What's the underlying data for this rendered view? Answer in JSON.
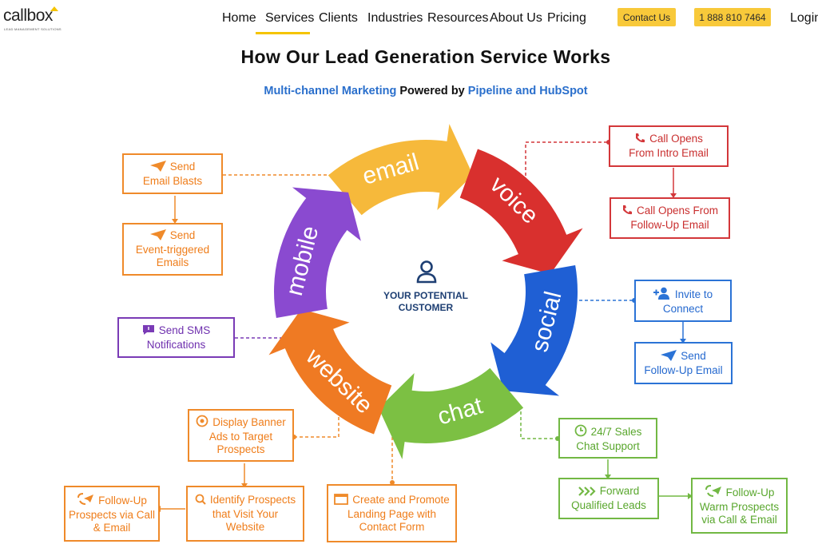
{
  "brand": {
    "name": "callbox",
    "tagline": "LEAD MANAGEMENT SOLUTIONS",
    "accent": "#f5c400"
  },
  "nav": {
    "items": [
      "Home",
      "Services",
      "Clients",
      "Industries",
      "Resources",
      "About Us",
      "Pricing"
    ],
    "active": "Services",
    "contact": "Contact Us",
    "phone": "1 888 810 7464",
    "login": "Login"
  },
  "page": {
    "title": "How Our Lead Generation Service Works",
    "subtitle_a": "Multi-channel Marketing",
    "subtitle_b": " Powered by ",
    "subtitle_c": "Pipeline and HubSpot"
  },
  "cycle": {
    "center_line1": "YOUR POTENTIAL",
    "center_line2": "CUSTOMER",
    "segments": [
      "email",
      "voice",
      "social",
      "chat",
      "website",
      "mobile"
    ],
    "colors": {
      "email": "#f6b93b",
      "voice": "#d9302e",
      "social": "#1f5fd4",
      "chat": "#7cc043",
      "website": "#ef7a23",
      "mobile": "#8a4ad0"
    }
  },
  "boxes": {
    "send_email_blasts": [
      "Send",
      "Email Blasts"
    ],
    "send_event_emails": [
      "Send",
      "Event-triggered",
      "Emails"
    ],
    "send_sms": [
      "Send SMS",
      "Notifications"
    ],
    "call_intro": [
      "Call Opens",
      "From Intro Email"
    ],
    "call_followup": [
      "Call Opens From",
      "Follow-Up Email"
    ],
    "invite_connect": [
      "Invite to",
      "Connect"
    ],
    "send_followup_email": [
      "Send",
      "Follow-Up Email"
    ],
    "chat_support": [
      "24/7 Sales",
      "Chat Support"
    ],
    "forward_leads": [
      "Forward",
      "Qualified Leads"
    ],
    "followup_warm": [
      "Follow-Up",
      "Warm Prospects",
      "via Call & Email"
    ],
    "display_banner": [
      "Display Banner",
      "Ads to Target",
      "Prospects"
    ],
    "identify_prospects": [
      "Identify Prospects",
      "that Visit Your",
      "Website"
    ],
    "landing_page": [
      "Create and Promote",
      "Landing Page with",
      "Contact Form"
    ],
    "followup_prospects": [
      "Follow-Up",
      "Prospects via Call",
      "& Email"
    ]
  }
}
